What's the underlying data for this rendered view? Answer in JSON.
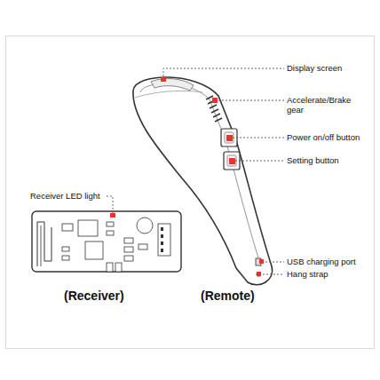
{
  "diagram": {
    "labels": [
      "Display screen",
      "Accelerate/Brake gear",
      "Power on/off button",
      "Setting button",
      "USB charging port",
      "Hang strap",
      "Receiver LED light",
      "(Receiver)",
      "(Remote)"
    ]
  }
}
